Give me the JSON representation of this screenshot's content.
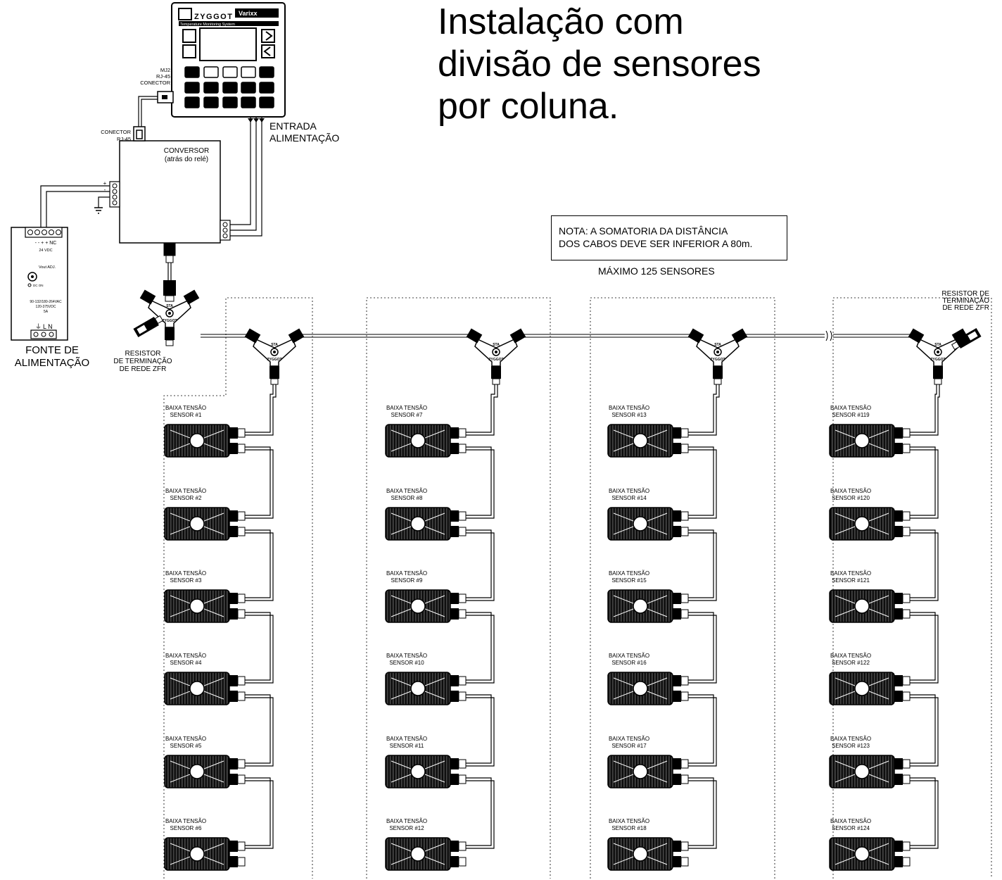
{
  "title": {
    "line1": "Instalação com",
    "line2": "divisão de sensores",
    "line3": "por coluna."
  },
  "note": {
    "line1": "NOTA: A SOMATORIA DA DISTÂNCIA",
    "line2": "DOS CABOS DEVE SER INFERIOR A 80m.",
    "max": "MÁXIMO 125 SENSORES"
  },
  "controller": {
    "brand": "ZYGGOT",
    "subtitle": "Temperature Monitoring System",
    "badge": "Varixx",
    "mj2_line1": "MJ2",
    "mj2_line2": "RJ-45",
    "mj2_line3": "CONECTOR"
  },
  "entrada": {
    "line1": "ENTRADA",
    "line2": "ALIMENTAÇÃO"
  },
  "converter": {
    "connector_line1": "CONECTOR",
    "connector_line2": "RJ-45",
    "label_line1": "CONVERSOR",
    "label_line2": "(atrás do relé)",
    "plus": "+",
    "minus": "-"
  },
  "psu": {
    "terminals": "- - + + NC",
    "vdc": "24 VDC",
    "vout": "Vout ADJ.",
    "dcon": "DC ON",
    "spec1": "90-132/180-264VAC",
    "spec2": "120-375VDC",
    "spec3": "5A",
    "ln": "L N",
    "label_line1": "FONTE DE",
    "label_line2": "ALIMENTAÇÃO"
  },
  "splitter_labels": {
    "sta": "STA",
    "brand": "ZYGGOT"
  },
  "resistor_left": {
    "line1": "RESISTOR",
    "line2": "DE TERMINAÇÃO",
    "line3": "DE REDE ZFR"
  },
  "resistor_right": {
    "line1": "RESISTOR DE",
    "line2": "TERMINAÇÃO",
    "line3": "DE REDE ZFR"
  },
  "sensor_prefix": "BAIXA TENSÃO",
  "columns": [
    {
      "sensors": [
        "SENSOR #1",
        "SENSOR #2",
        "SENSOR #3",
        "SENSOR #4",
        "SENSOR #5",
        "SENSOR #6"
      ]
    },
    {
      "sensors": [
        "SENSOR #7",
        "SENSOR #8",
        "SENSOR #9",
        "SENSOR #10",
        "SENSOR #11",
        "SENSOR #12"
      ]
    },
    {
      "sensors": [
        "SENSOR #13",
        "SENSOR #14",
        "SENSOR #15",
        "SENSOR #16",
        "SENSOR #17",
        "SENSOR #18"
      ]
    },
    {
      "sensors": [
        "SENSOR #119",
        "SENSOR #120",
        "SENSOR #121",
        "SENSOR #122",
        "SENSOR #123",
        "SENSOR #124"
      ]
    }
  ]
}
